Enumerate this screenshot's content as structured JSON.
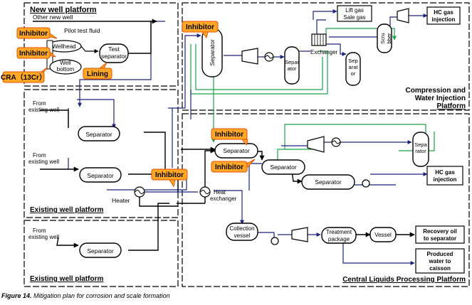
{
  "caption": {
    "label": "Figure 14.",
    "text": "Mitigation plan for corrosion and scale formation"
  },
  "colors": {
    "flow": "#1a237e",
    "water": "#1aa34a",
    "callout_fill": "#ffa726",
    "callout_stroke": "#e65100",
    "border": "#000000"
  },
  "regions": {
    "new_well": "New well platform",
    "existing_top": "Existing well platform",
    "existing_bottom": "Existing well platform",
    "compression": [
      "Compression and",
      "Water Injection",
      "Platform"
    ],
    "central": "Central Liquids Processing Platform"
  },
  "new_well": {
    "other_new_well": "Other new well",
    "pilot_test_fluid": "Pilot test fluid",
    "wellhead": "Wellhead",
    "well_bottom": [
      "Well",
      "bottom"
    ],
    "test_separator": [
      "Test",
      "separator"
    ]
  },
  "callouts": {
    "inhibitor_1": "Inhibitor",
    "inhibitor_2": "Inhibitor",
    "inhibitor_3": "Inhibitor",
    "inhibitor_4": "Inhibitor",
    "inhibitor_5": "Inhibitor",
    "inhibitor_6": "Inhibitor",
    "lining": "Lining",
    "cra": "CRA（13Cr）"
  },
  "existing": {
    "from_well_1": [
      "From",
      "existing well"
    ],
    "from_well_2": [
      "From",
      "existing well"
    ],
    "from_well_3": [
      "From",
      "existing well"
    ],
    "separator_1": "Separator",
    "separator_2": "Separator",
    "separator_3": "Separator",
    "heater": "Heater"
  },
  "compression": {
    "separator_v": "Separator",
    "separator_small": [
      "Separ",
      "ator"
    ],
    "separator_small2": [
      "Sep",
      "arat",
      "or"
    ],
    "exchanger": "Exchanger",
    "scrubber": [
      "Scru",
      "bber"
    ],
    "lift_gas": "Lift gas",
    "sale_gas": "Sale gas",
    "hc_gas_injection": [
      "HC gas",
      "injection"
    ]
  },
  "central": {
    "separator_1": "Separator",
    "separator_2": "Separator",
    "separator_3": "Separator",
    "separator_v": [
      "Sepa",
      "rator"
    ],
    "heat_exchanger": [
      "Heat",
      "exchanger"
    ],
    "hc_gas_injection": [
      "HC gas",
      "injection"
    ],
    "collection_vessel": [
      "Collection",
      "vessel"
    ],
    "treatment_package": [
      "Treatment",
      "package"
    ],
    "vessel": "Vessel",
    "recovery_oil": [
      "Recovery oil",
      "to separator"
    ],
    "produced_water": [
      "Produced",
      "water to",
      "caisson"
    ]
  }
}
